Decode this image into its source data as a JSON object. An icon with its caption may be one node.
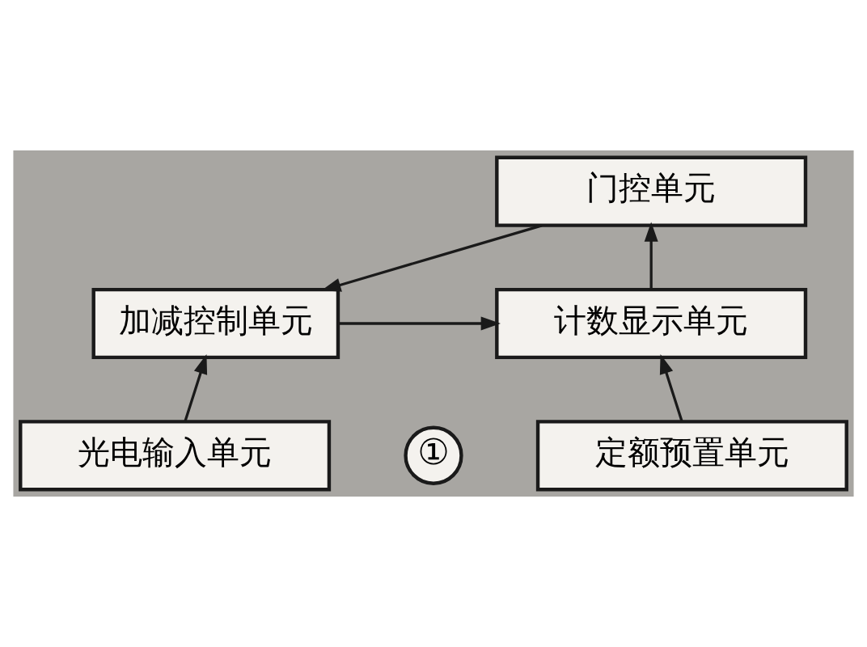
{
  "diagram": {
    "nodes": [
      {
        "text": [
          "门控单元"
        ]
      },
      {
        "text": [
          "计数显示单元"
        ]
      },
      {
        "text": [
          "定额预置单元"
        ]
      },
      {
        "text": [
          "加减控制单元"
        ]
      },
      {
        "text": [
          "光电输入单元"
        ]
      }
    ],
    "edges": [
      {
        "from": 2,
        "to": 1,
        "arrow": "to"
      },
      {
        "from": 1,
        "to": 0,
        "arrow": "to"
      },
      {
        "from": 3,
        "to": 1,
        "arrow": "to"
      },
      {
        "from": 4,
        "to": 3,
        "arrow": "to"
      },
      {
        "from": 0,
        "to": 3,
        "arrow": "to"
      }
    ],
    "labels": [
      "①"
    ]
  }
}
